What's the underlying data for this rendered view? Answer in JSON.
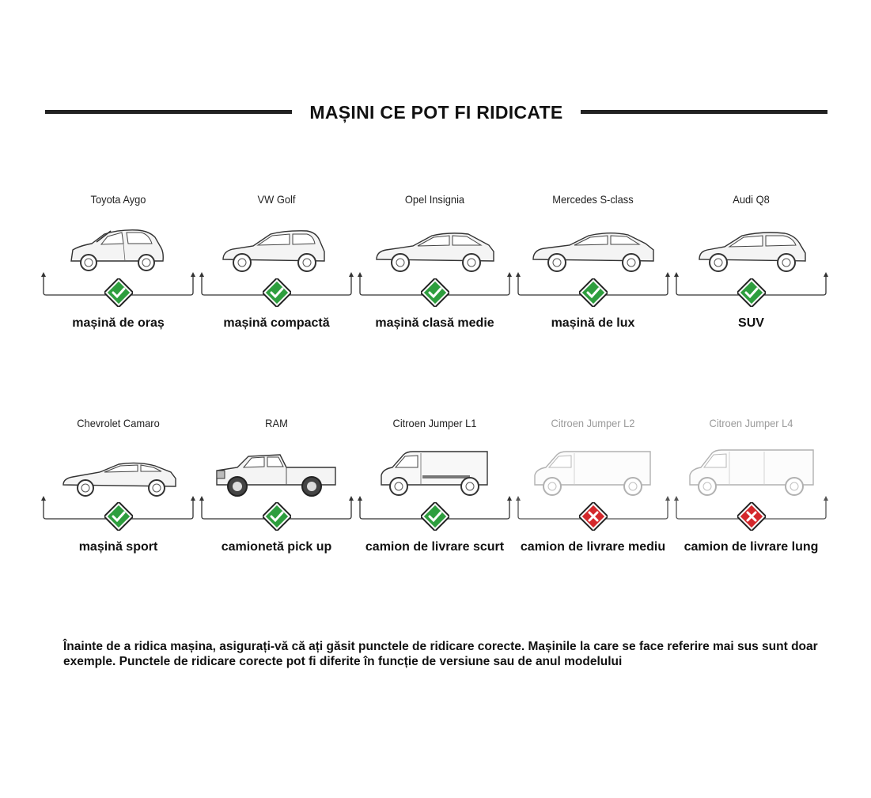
{
  "title": "MAȘINI CE POT FI RIDICATE",
  "colors": {
    "ok": "#2e9e3e",
    "no": "#d4282c",
    "line": "#333333",
    "disabled_text": "#9a9a9a"
  },
  "row1": [
    {
      "name": "Toyota Aygo",
      "label": "mașină de oraș",
      "status": "ok",
      "icon": "city-car-icon"
    },
    {
      "name": "VW Golf",
      "label": "mașină compactă",
      "status": "ok",
      "icon": "hatchback-icon"
    },
    {
      "name": "Opel Insignia",
      "label": "mașină clasă medie",
      "status": "ok",
      "icon": "sedan-icon"
    },
    {
      "name": "Mercedes S-class",
      "label": "mașină de lux",
      "status": "ok",
      "icon": "luxury-sedan-icon"
    },
    {
      "name": "Audi Q8",
      "label": "SUV",
      "status": "ok",
      "icon": "suv-icon"
    }
  ],
  "row2": [
    {
      "name": "Chevrolet Camaro",
      "label": "mașină sport",
      "status": "ok",
      "icon": "sports-car-icon"
    },
    {
      "name": "RAM",
      "label": "camionetă pick up",
      "status": "ok",
      "icon": "pickup-truck-icon"
    },
    {
      "name": "Citroen Jumper L1",
      "label": "camion de livrare scurt",
      "status": "ok",
      "icon": "short-van-icon"
    },
    {
      "name": "Citroen Jumper L2",
      "label": "camion de livrare mediu",
      "status": "no",
      "icon": "medium-van-icon"
    },
    {
      "name": "Citroen Jumper L4",
      "label": "camion de livrare lung",
      "status": "no",
      "icon": "long-van-icon"
    }
  ],
  "note": "Înainte de a ridica mașina, asigurați-vă  că ați găsit punctele de ridicare corecte. Mașinile la care se face referire mai sus sunt doar exemple. Punctele de ridicare corecte pot fi diferite în funcție de versiune sau de anul modelului"
}
